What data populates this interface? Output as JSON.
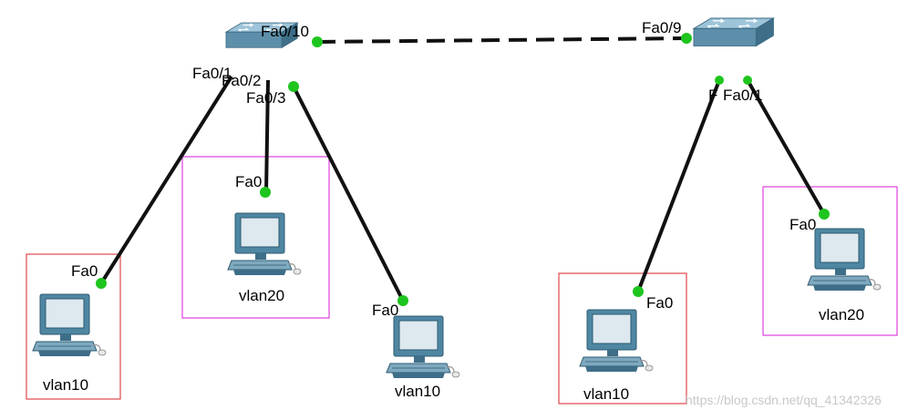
{
  "switches": [
    {
      "id": "switch-left",
      "ports": [
        "Fa0/10",
        "Fa0/1",
        "Fa0/2",
        "Fa0/3"
      ]
    },
    {
      "id": "switch-right",
      "ports": [
        "Fa0/9",
        "F",
        "Fa0/1"
      ]
    }
  ],
  "pcs": [
    {
      "id": "pc-1",
      "port": "Fa0",
      "vlan": "vlan10",
      "box_color": "#e0474c"
    },
    {
      "id": "pc-2",
      "port": "Fa0",
      "vlan": "vlan20",
      "box_color": "#e040e0"
    },
    {
      "id": "pc-3",
      "port": "Fa0",
      "vlan": "vlan10",
      "box_color": null
    },
    {
      "id": "pc-4",
      "port": "Fa0",
      "vlan": "vlan10",
      "box_color": "#e0474c"
    },
    {
      "id": "pc-5",
      "port": "Fa0",
      "vlan": "vlan20",
      "box_color": "#e040e0"
    }
  ],
  "links": [
    {
      "from": "switch-left:Fa0/10",
      "to": "switch-right:Fa0/9",
      "style": "dashed"
    },
    {
      "from": "switch-left:Fa0/1",
      "to": "pc-1:Fa0",
      "style": "solid"
    },
    {
      "from": "switch-left:Fa0/2",
      "to": "pc-2:Fa0",
      "style": "solid"
    },
    {
      "from": "switch-left:Fa0/3",
      "to": "pc-3:Fa0",
      "style": "solid"
    },
    {
      "from": "switch-right:F",
      "to": "pc-4:Fa0",
      "style": "solid"
    },
    {
      "from": "switch-right:Fa0/1",
      "to": "pc-5:Fa0",
      "style": "solid"
    }
  ],
  "colors": {
    "link": "#111111",
    "port_dot": "#1ec51e",
    "switch_body": "#5d8faa",
    "pc_body": "#4f87a3"
  },
  "watermark": "https://blog.csdn.net/qq_41342326"
}
